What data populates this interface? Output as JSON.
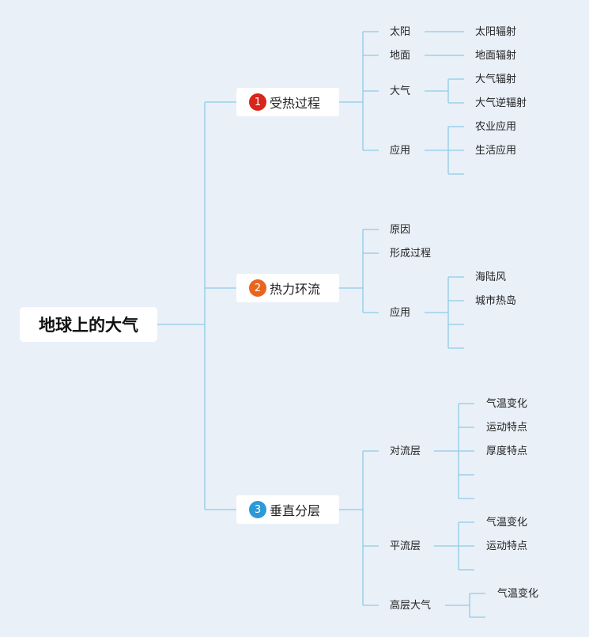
{
  "root": {
    "label": "地球上的大气"
  },
  "branches": [
    {
      "number": "1",
      "label": "受热过程",
      "color": "#d7261b",
      "children": {
        "sun": "太阳",
        "sun_leaf": "太阳辐射",
        "ground": "地面",
        "ground_leaf": "地面辐射",
        "atmo": "大气",
        "atmo_leaf1": "大气辐射",
        "atmo_leaf2": "大气逆辐射",
        "apply": "应用",
        "apply_leaf1": "农业应用",
        "apply_leaf2": "生活应用"
      }
    },
    {
      "number": "2",
      "label": "热力环流",
      "color": "#e9661e",
      "children": {
        "cause": "原因",
        "process": "形成过程",
        "apply": "应用",
        "apply_leaf1": "海陆风",
        "apply_leaf2": "城市热岛"
      }
    },
    {
      "number": "3",
      "label": "垂直分层",
      "color": "#2a9bd8",
      "children": {
        "tropo": "对流层",
        "tropo_leaf1": "气温变化",
        "tropo_leaf2": "运动特点",
        "tropo_leaf3": "厚度特点",
        "strato": "平流层",
        "strato_leaf1": "气温变化",
        "strato_leaf2": "运动特点",
        "upper": "高层大气",
        "upper_leaf1": "气温变化"
      }
    }
  ]
}
